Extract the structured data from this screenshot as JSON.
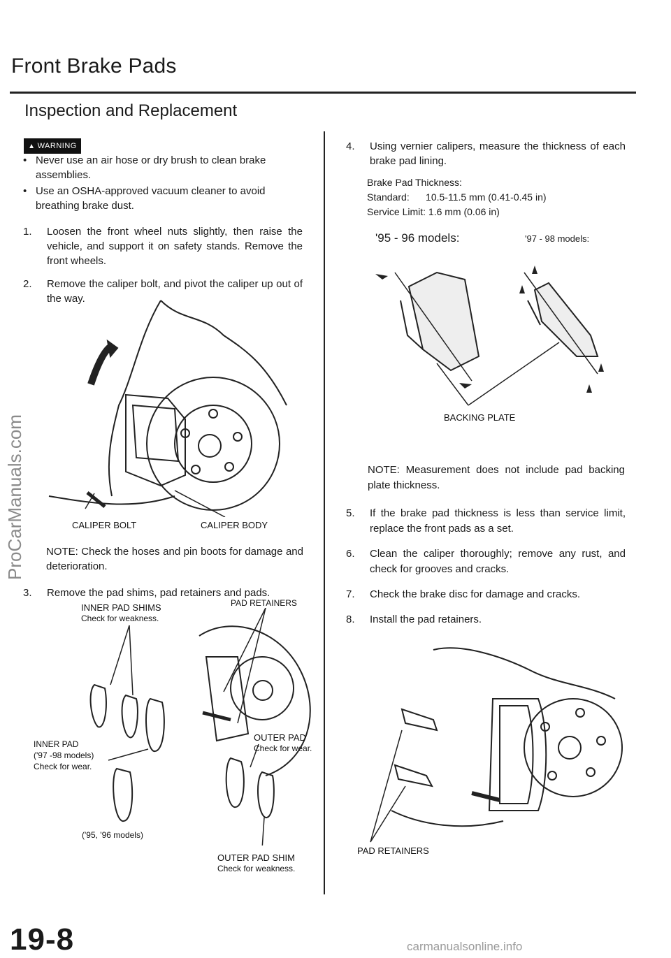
{
  "page": {
    "title": "Front Brake Pads",
    "subtitle": "Inspection and Replacement",
    "page_number": "19-8",
    "watermark": "ProCarManuals.com",
    "footer": "carmanualsonline.info"
  },
  "warning": {
    "badge": "WARNING",
    "bullets": [
      "Never use an air hose or dry brush to clean brake assemblies.",
      "Use an OSHA-approved vacuum cleaner to avoid breathing brake dust."
    ]
  },
  "steps_left": {
    "s1": {
      "num": "1.",
      "text": "Loosen the front wheel nuts slightly, then raise the vehicle, and support it on safety stands. Remove the front wheels."
    },
    "s2": {
      "num": "2.",
      "text": "Remove the caliper bolt, and pivot the caliper up out of the way."
    },
    "note": "NOTE: Check the hoses and pin boots for damage and deterioration.",
    "s3": {
      "num": "3.",
      "text": "Remove the pad shims, pad retainers and pads."
    }
  },
  "figure1": {
    "caliper_bolt": "CALIPER BOLT",
    "caliper_body": "CALIPER BODY"
  },
  "figure2": {
    "inner_pad_shims": "INNER PAD SHIMS",
    "inner_pad_shims_sub": "Check for weakness.",
    "pad_retainers": "PAD RETAINERS",
    "inner_pad": "INNER PAD",
    "inner_pad_models": "('97 -98 models)",
    "inner_pad_sub": "Check for wear.",
    "outer_pad": "OUTER PAD",
    "outer_pad_sub": "Check for wear.",
    "models_95_96": "('95, '96 models)",
    "outer_pad_shim": "OUTER PAD SHIM",
    "outer_pad_shim_sub": "Check for weakness."
  },
  "steps_right": {
    "s4": {
      "num": "4.",
      "text": "Using vernier calipers, measure the thickness of each brake pad lining."
    },
    "thickness_title": "Brake Pad Thickness:",
    "standard": "Standard:      10.5-11.5 mm (0.41-0.45 in)",
    "service_limit": "Service Limit: 1.6 mm (0.06 in)",
    "models_a": "'95 - 96 models:",
    "models_b": "'97 - 98 models:",
    "backing_plate": "BACKING PLATE",
    "note": "NOTE: Measurement does not include pad backing plate thickness.",
    "s5": {
      "num": "5.",
      "text": "If the brake pad thickness is less than service limit, replace the front pads as a set."
    },
    "s6": {
      "num": "6.",
      "text": "Clean the caliper thoroughly; remove any rust, and check for grooves and cracks."
    },
    "s7": {
      "num": "7.",
      "text": "Check the brake disc for damage and cracks."
    },
    "s8": {
      "num": "8.",
      "text": "Install the pad retainers."
    },
    "pad_retainers": "PAD RETAINERS"
  }
}
